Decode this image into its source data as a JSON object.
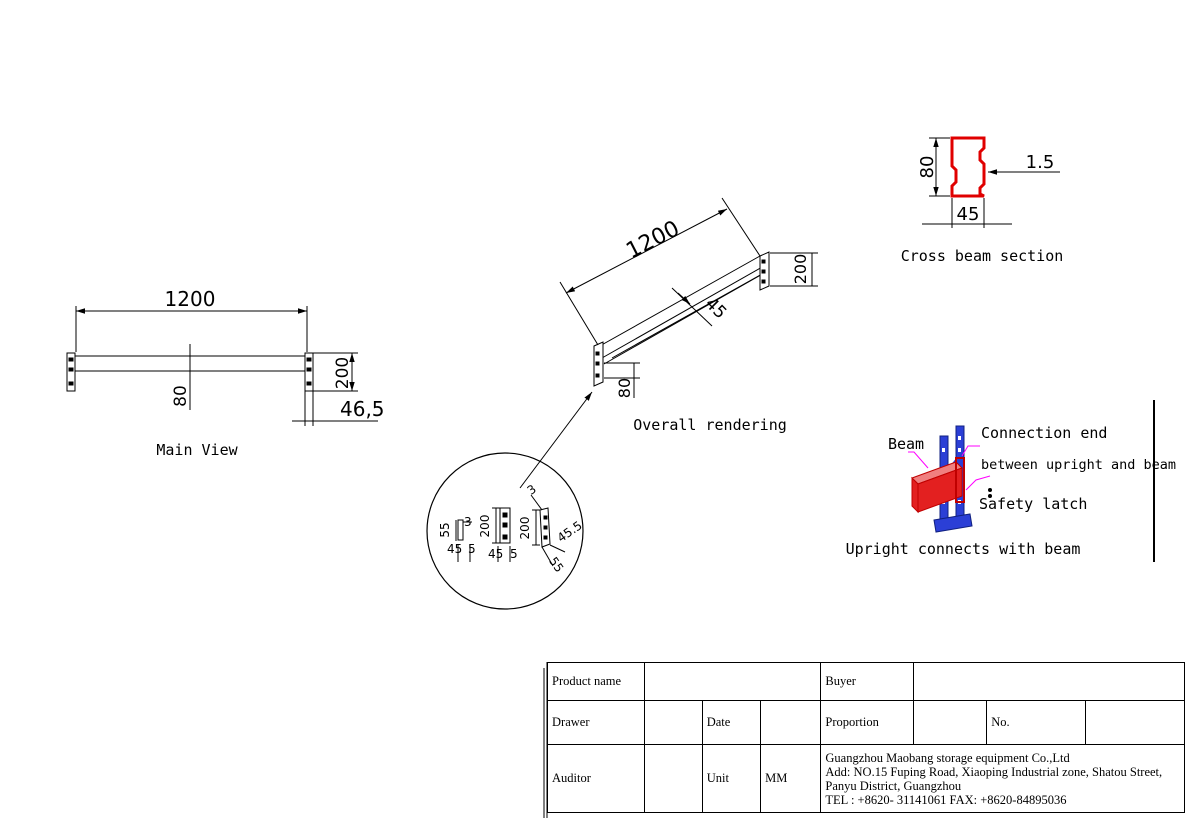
{
  "main_view": {
    "length": "1200",
    "height": "200",
    "beam_height": "80",
    "offset": "46,5",
    "caption": "Main View"
  },
  "overall": {
    "length": "1200",
    "depth": "45",
    "height": "200",
    "beam_height": "80",
    "caption": "Overall rendering"
  },
  "cross_section": {
    "height": "80",
    "width": "45",
    "thickness": "1.5",
    "caption": "Cross beam section"
  },
  "detail": {
    "dim_55a": "55",
    "dim_3a": "3",
    "dim_45a": "45",
    "dim_5a": "5",
    "dim_200a": "200",
    "dim_45b": "45",
    "dim_5b": "5",
    "dim_200b": "200",
    "dim_3b": "3",
    "dim_455": "45.5",
    "dim_55b": "55"
  },
  "connection": {
    "beam_label": "Beam",
    "connection_end": "Connection end",
    "between": "between upright and beam",
    "safety_latch": "Safety latch",
    "caption": "Upright connects with beam",
    "colors": {
      "upright": "#2b3fd6",
      "beam": "#e32020",
      "leader": "#ff00ff"
    }
  },
  "title_block": {
    "product_name_label": "Product name",
    "product_name_value": "",
    "buyer_label": "Buyer",
    "buyer_value": "",
    "drawer_label": "Drawer",
    "date_label": "Date",
    "proportion_label": "Proportion",
    "no_label": "No.",
    "auditor_label": "Auditor",
    "unit_label": "Unit",
    "unit_value": "MM",
    "company": "Guangzhou Maobang storage equipment Co.,Ltd",
    "address_1": "Add: NO.15 Fuping Road, Xiaoping Industrial zone, Shatou Street,",
    "address_2": "Panyu District, Guangzhou",
    "tel": "TEL : +8620- 31141061  FAX: +8620-84895036"
  }
}
